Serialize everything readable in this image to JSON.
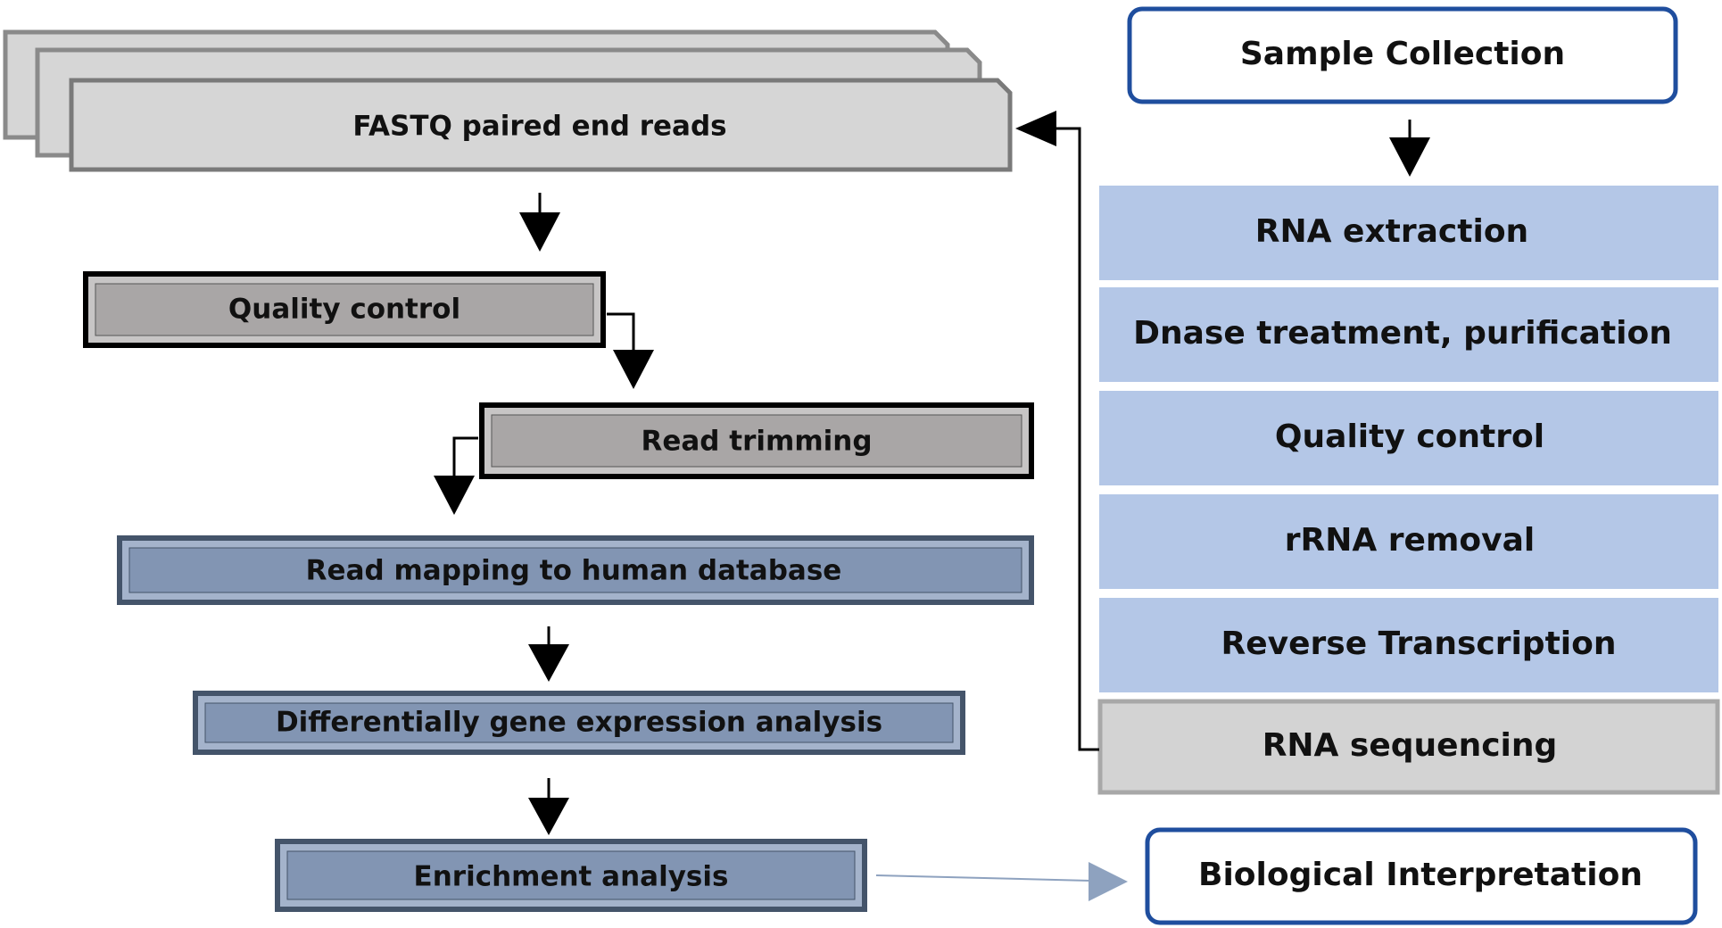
{
  "left_pipeline": {
    "fastq": "FASTQ paired end reads",
    "quality_control": "Quality control",
    "read_trimming": "Read trimming",
    "read_mapping": "Read mapping to human database",
    "dge": "Differentially gene expression analysis",
    "enrichment": "Enrichment analysis"
  },
  "right_pipeline": {
    "sample_collection": "Sample Collection",
    "rna_extraction": "RNA extraction",
    "dnase": "Dnase treatment, purification",
    "quality_control": "Quality control",
    "rrna_removal": "rRNA removal",
    "reverse_transcription": "Reverse Transcription",
    "rna_sequencing": "RNA sequencing",
    "biological_interpretation": "Biological Interpretation"
  },
  "colors": {
    "fastq_fill": "#d6d6d6",
    "gray_step_fill": "#a9a6a6",
    "blue_step_fill": "#8295b3",
    "light_blue_fill": "#b4c7e7",
    "rna_seq_fill": "#d3d3d3",
    "outline_blue": "#1f4e9e",
    "arrow": "#000000",
    "thin_arrow": "#8ea2bf"
  }
}
